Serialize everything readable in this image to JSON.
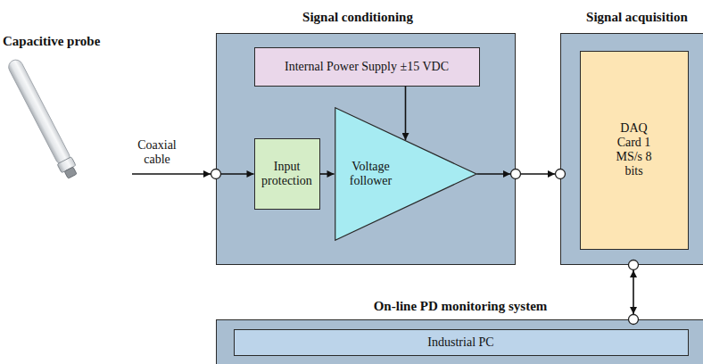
{
  "diagram": {
    "nodes": [
      {
        "text": [
          "Capacitive probe"
        ]
      },
      {
        "text": [
          "Signal conditioning"
        ]
      },
      {
        "text": [
          "Internal Power Supply ±15 VDC"
        ],
        "in": 1
      },
      {
        "text": [
          "Input protection"
        ],
        "in": 1
      },
      {
        "text": [
          "Voltage follower"
        ],
        "in": 1
      },
      {
        "text": [
          "Signal acquisition"
        ]
      },
      {
        "text": [
          "DAQ Card 1 MS/s 8 bits"
        ],
        "in": 5
      },
      {
        "text": [
          "On-line PD monitoring system"
        ]
      },
      {
        "text": [
          "Industrial PC"
        ],
        "in": 7
      }
    ],
    "edges": [
      {
        "from": 0,
        "to": 1,
        "label": "Coaxial cable",
        "arrow": "to"
      },
      {
        "from": 1,
        "to": 3,
        "arrow": "to"
      },
      {
        "from": 3,
        "to": 4,
        "arrow": "to"
      },
      {
        "from": 2,
        "to": 4,
        "arrow": "to"
      },
      {
        "from": 4,
        "to": 1,
        "arrow": "to"
      },
      {
        "from": 1,
        "to": 5,
        "arrow": "to"
      },
      {
        "from": 5,
        "to": 7,
        "arrow": "both"
      }
    ]
  }
}
